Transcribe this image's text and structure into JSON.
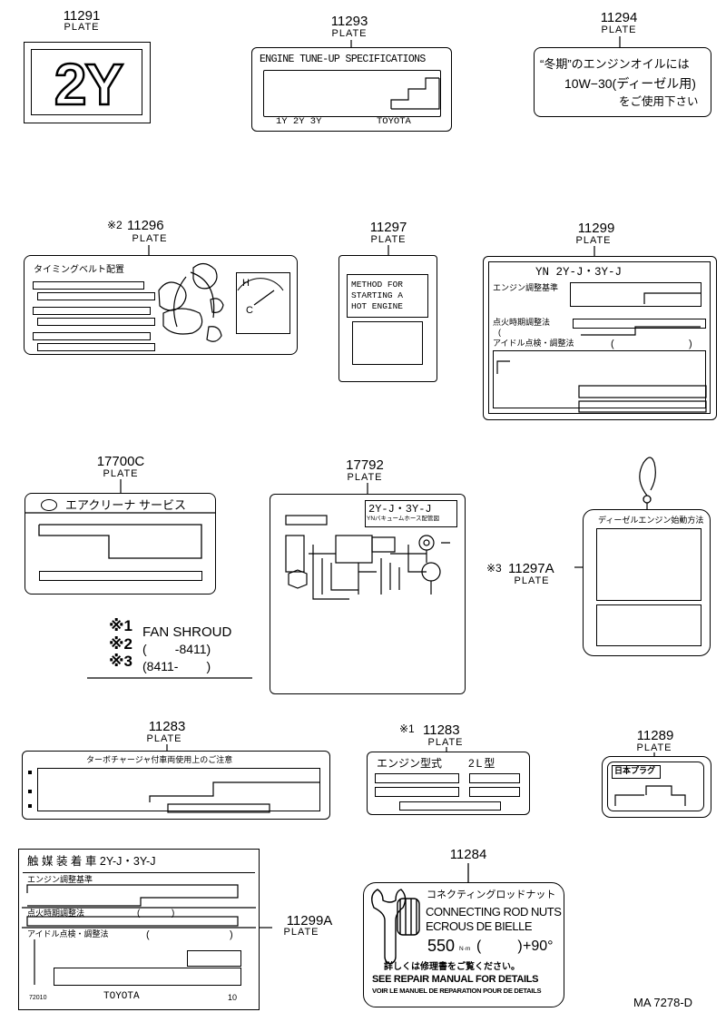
{
  "parts": {
    "p11291": {
      "number": "11291",
      "label": "PLATE",
      "text": "2Y"
    },
    "p11293": {
      "number": "11293",
      "label": "PLATE",
      "title": "ENGINE TUNE-UP SPECIFICATIONS",
      "engines": "1Y 2Y 3Y",
      "brand": "TOYOTA"
    },
    "p11294": {
      "number": "11294",
      "label": "PLATE",
      "line1": "“冬期”のエンジンオイルには",
      "line2": "10W−30(ディーゼル用)",
      "line3": "をご使用下さい"
    },
    "p11296": {
      "mark": "※2",
      "number": "11296",
      "label": "PLATE",
      "title": "タイミングベルト配置",
      "h": "H",
      "c": "C"
    },
    "p11297": {
      "number": "11297",
      "label": "PLATE",
      "line1": "METHOD  FOR",
      "line2": "STARTING  A",
      "line3": "HOT   ENGINE"
    },
    "p11299": {
      "number": "11299",
      "label": "PLATE",
      "title": "YN  2Y-J・3Y-J",
      "row1": "エンジン調整基準",
      "row2": "点火時期調整法",
      "row3": "アイドル点検・調整法",
      "paren_open": "(",
      "paren_close": ")"
    },
    "p17700C": {
      "number": "17700C",
      "label": "PLATE",
      "title": "エアクリーナ  サービス"
    },
    "p17792": {
      "number": "17792",
      "label": "PLATE",
      "title": "2Y-J・3Y-J",
      "subtitle": "YNバキュームホース配管図"
    },
    "p11297A": {
      "mark": "※3",
      "number": "11297A",
      "label": "PLATE",
      "title": "ディーゼルエンジン始動方法"
    },
    "notes": [
      {
        "mark": "※1",
        "text": "FAN SHROUD"
      },
      {
        "mark": "※2",
        "text": "(        -8411)"
      },
      {
        "mark": "※3",
        "text": "(8411-        )"
      }
    ],
    "p11283a": {
      "number": "11283",
      "label": "PLATE",
      "title": "ターボチャージャ付車両使用上のご注意"
    },
    "p11283b": {
      "mark": "※1",
      "number": "11283",
      "label": "PLATE",
      "title": "エンジン型式",
      "model": "2L型"
    },
    "p11289": {
      "number": "11289",
      "label": "PLATE",
      "title": "日本プラグ"
    },
    "p11299A": {
      "number": "11299A",
      "label": "PLATE",
      "title": "触 媒 装 着 車   2Y-J・3Y-J",
      "row1": "エンジン調整基準",
      "row2": "点火時期調整法",
      "row3": "アイドル点検・調整法",
      "paren_open": "(",
      "paren_close": ")",
      "code": "72010",
      "brand": "TOYOTA",
      "rev": "10"
    },
    "p11284": {
      "number": "11284",
      "label": "PLATE",
      "jp": "コネクティングロッドナット",
      "en": "CONNECTING ROD NUTS",
      "fr": "ECROUS DE BIELLE",
      "torque": "550",
      "unit": "N·m",
      "paren": "(         )",
      "angle": "+90°",
      "note_jp": "詳しくは修理書をご覧ください。",
      "note_en": "SEE REPAIR MANUAL FOR DETAILS",
      "note_fr": "VOIR LE MANUEL DE REPARATION POUR DE DETAILS"
    },
    "drawing_code": "MA 7278-D"
  }
}
